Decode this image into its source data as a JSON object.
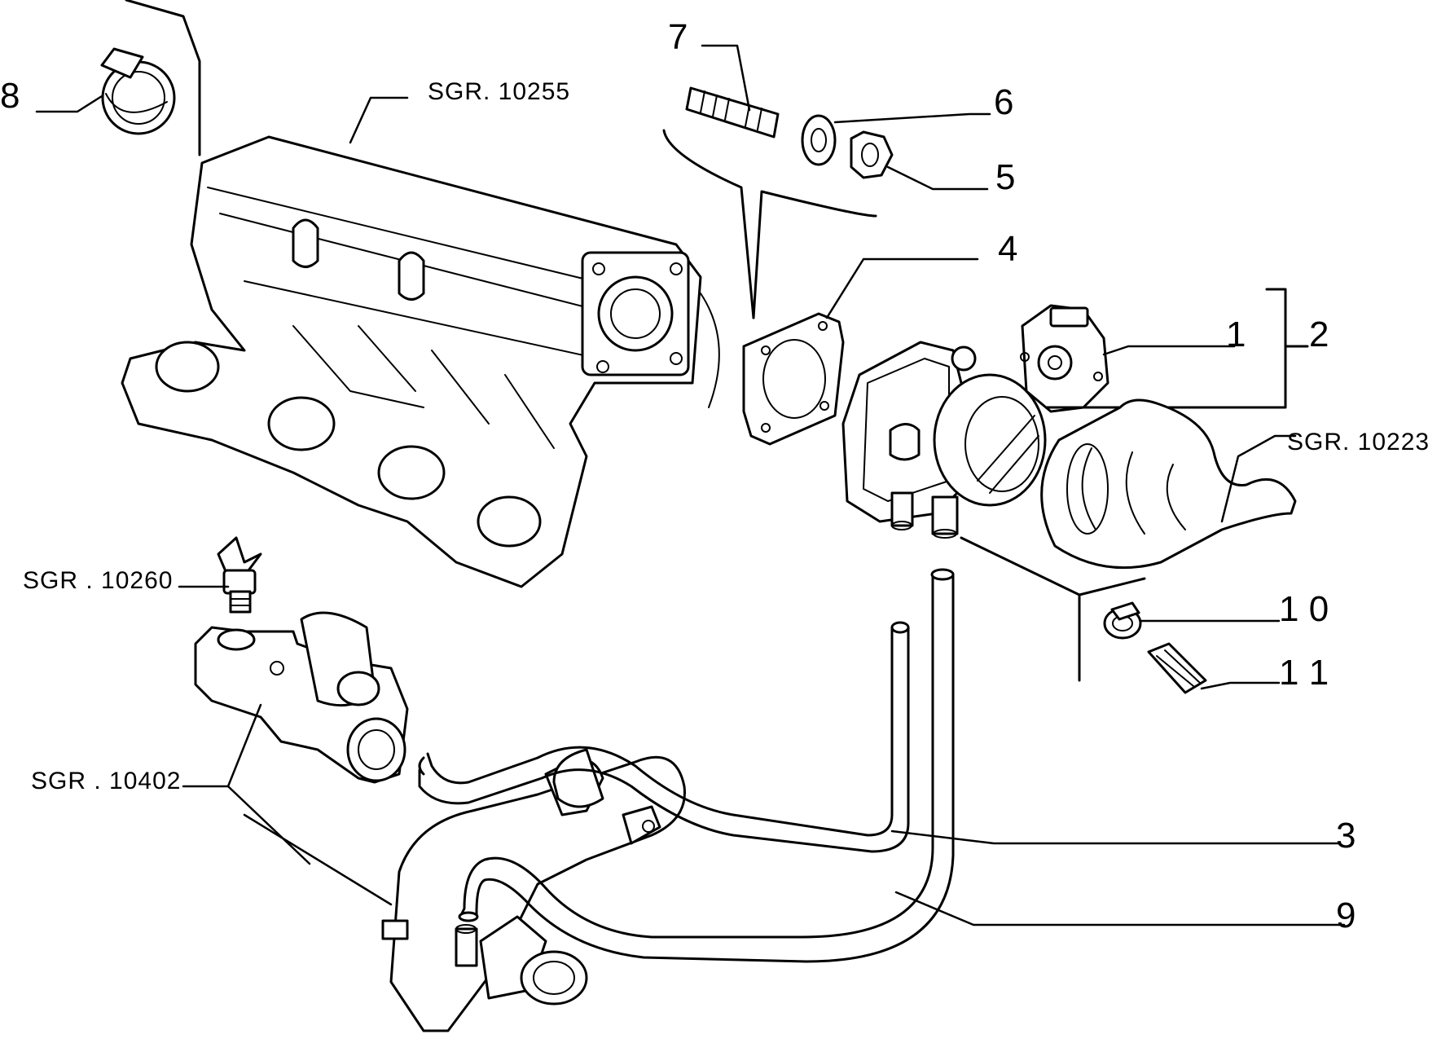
{
  "labels": {
    "num1": "1",
    "num2": "2",
    "num3": "3",
    "num4": "4",
    "num5": "5",
    "num6": "6",
    "num7": "7",
    "num8": "8",
    "num9": "9",
    "num10": "1 0",
    "num11": "1 1"
  },
  "refs": {
    "intake_manifold": "SGR. 10255",
    "air_duct": "SGR. 10223",
    "temp_sensor": "SGR . 10260",
    "thermostat": "SGR . 10402"
  }
}
